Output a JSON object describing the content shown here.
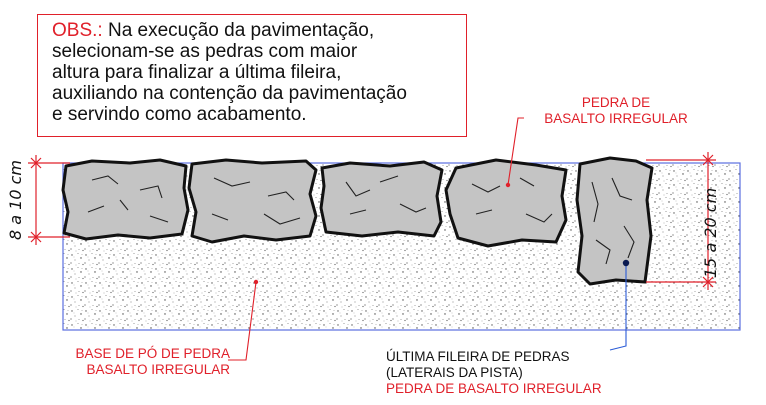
{
  "note": {
    "prefix": "OBS.:",
    "lines": [
      "Na execução da pavimentação,",
      "selecionam-se as pedras com maior",
      "altura para finalizar a última fileira,",
      "auxiliando na contenção da pavimentação",
      "e servindo como acabamento."
    ]
  },
  "labels": {
    "stone": [
      "PEDRA DE",
      "BASALTO IRREGULAR"
    ],
    "base": [
      "BASE DE PÓ DE PEDRA",
      "BASALTO IRREGULAR"
    ],
    "last_row": [
      "ÚLTIMA FILEIRA DE PEDRAS",
      "(LATERAIS DA PISTA)"
    ],
    "last_row_material": "PEDRA DE BASALTO IRREGULAR"
  },
  "dimensions": {
    "regular_height": "8 a 10 cm",
    "edge_height": "15 a 20 cm"
  },
  "colors": {
    "annotation_red": "#e0202a",
    "leader_blue": "#2a5bd7",
    "stone_fill": "#c4c4c4",
    "base_outline": "#5a6fe0"
  }
}
